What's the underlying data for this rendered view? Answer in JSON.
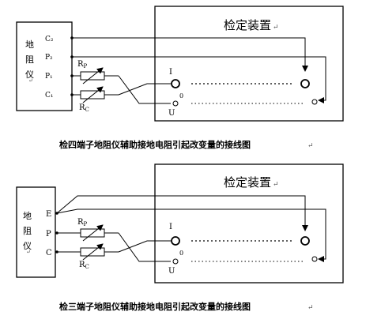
{
  "diagram_top": {
    "device_name": [
      "地",
      "阻",
      "仪"
    ],
    "terminals": [
      "C₂",
      "P₂",
      "P₁",
      "C₁"
    ],
    "resistor_p": "R",
    "resistor_p_sub": "P",
    "resistor_c": "R",
    "resistor_c_sub": "C",
    "cal_title": "检定装置",
    "i_label": "I",
    "zero_label": "0",
    "u_label": "U",
    "caption": "检四端子地阻仪辅助接地电阻引起改变量的接线图",
    "para_mark": "↵"
  },
  "diagram_bottom": {
    "device_name": [
      "地",
      "阻",
      "仪"
    ],
    "terminals": [
      "E",
      "P",
      "C"
    ],
    "resistor_p": "R",
    "resistor_p_sub": "P",
    "resistor_c": "R",
    "resistor_c_sub": "C",
    "cal_title": "检定装置",
    "i_label": "I",
    "zero_label": "0",
    "u_label": "U",
    "caption": "检三端子地阻仪辅助接地电阻引起改变量的接线图",
    "para_mark": "↵"
  }
}
